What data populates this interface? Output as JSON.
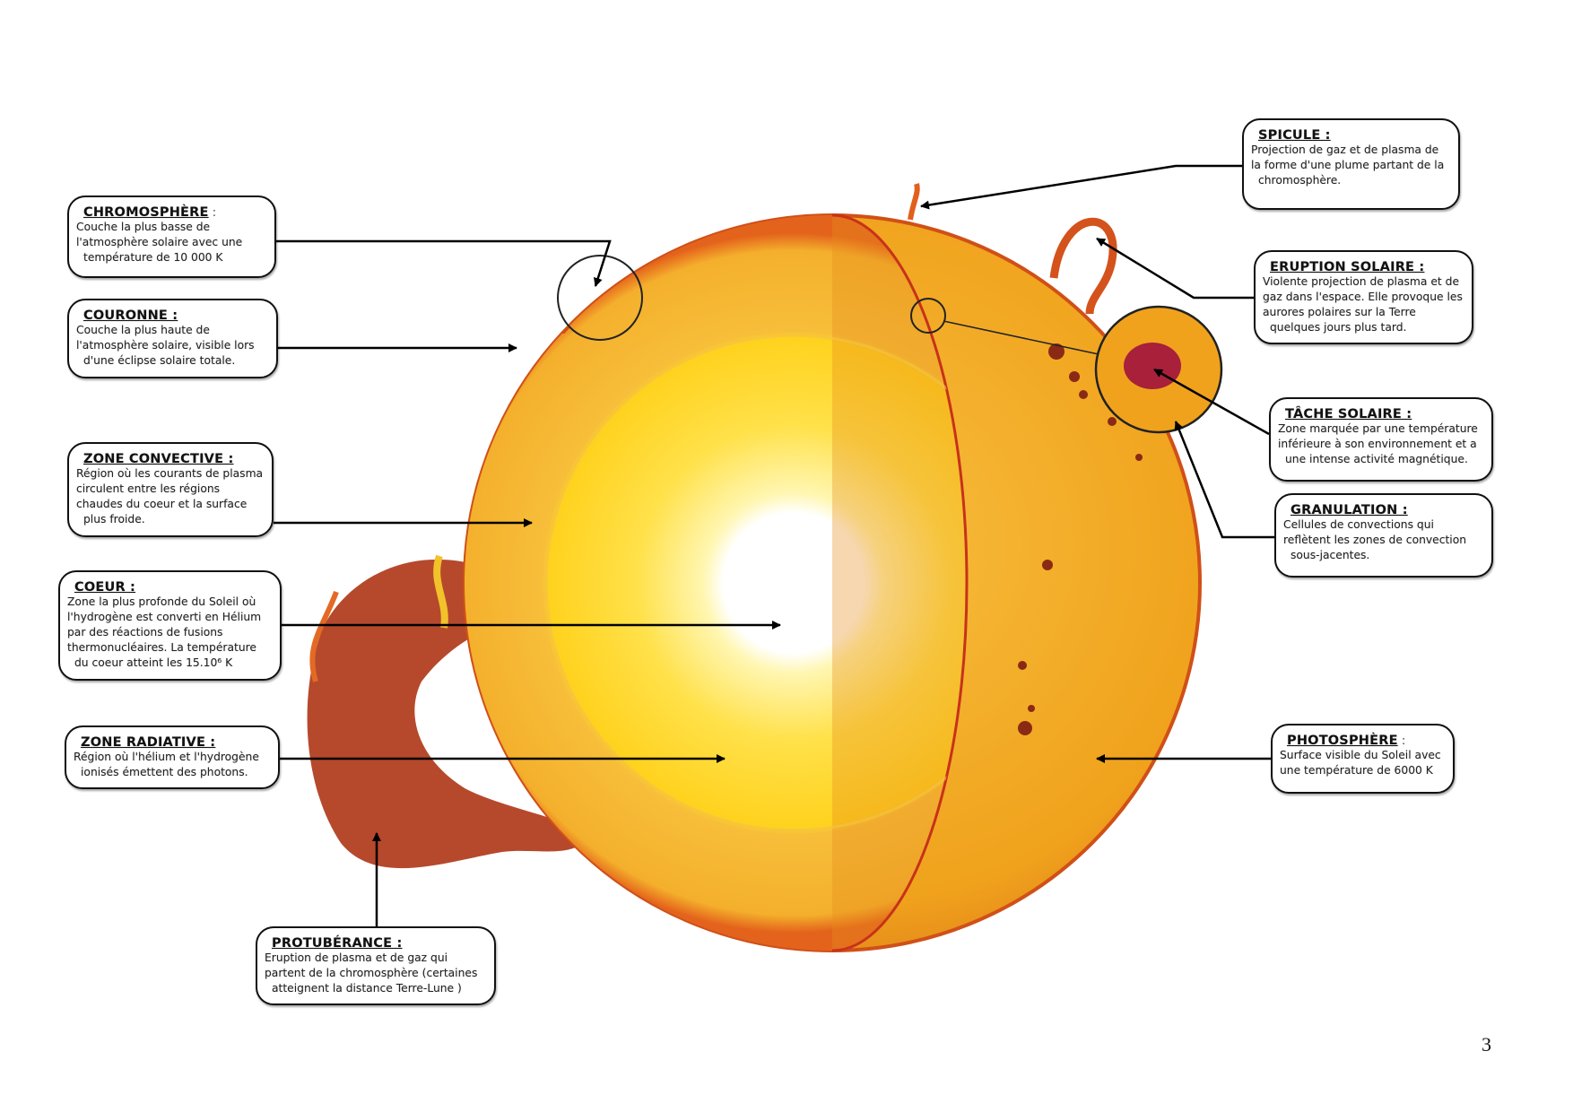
{
  "labels": {
    "chromosphere": {
      "title": "CHROMOSPHÈRE",
      "suffix": " :",
      "lines": [
        "Couche la plus basse de",
        "l'atmosphère solaire avec une",
        "température de 10 000 K"
      ]
    },
    "couronne": {
      "title": "COURONNE :",
      "lines": [
        "Couche la plus haute de",
        "l'atmosphère solaire, visible lors",
        "d'une éclipse solaire totale."
      ]
    },
    "zone_convective": {
      "title": "ZONE CONVECTIVE :",
      "lines": [
        "Région où les courants de plasma",
        "circulent entre les régions",
        "chaudes du coeur et la surface",
        "plus froide."
      ]
    },
    "coeur": {
      "title": "COEUR :",
      "lines": [
        "Zone la plus profonde du Soleil où",
        "l'hydrogène est converti en Hélium",
        "par des réactions de fusions",
        "thermonucléaires. La température",
        "du coeur atteint les 15.10⁶ K"
      ]
    },
    "zone_radiative": {
      "title": "ZONE RADIATIVE :",
      "lines": [
        "Région où l'hélium et l'hydrogène",
        "ionisés émettent des photons."
      ]
    },
    "protuberance": {
      "title": "PROTUBÉRANCE :",
      "lines": [
        "Eruption de plasma et de gaz qui",
        "partent de la chromosphère (certaines",
        "atteignent la distance Terre-Lune )"
      ]
    },
    "spicule": {
      "title": "SPICULE :",
      "lines": [
        "Projection de gaz et de plasma de",
        "la forme d'une plume partant de la",
        "chromosphère."
      ]
    },
    "eruption_solaire": {
      "title": "ERUPTION SOLAIRE :",
      "lines": [
        "Violente projection de plasma et de",
        "gaz dans l'espace. Elle provoque les",
        "aurores polaires sur la Terre",
        "quelques jours plus tard."
      ]
    },
    "tache_solaire": {
      "title": "TÂCHE SOLAIRE :",
      "lines": [
        "Zone marquée par une température",
        "inférieure à son environnement et a",
        "une intense activité magnétique."
      ]
    },
    "granulation": {
      "title": "GRANULATION :",
      "lines": [
        "Cellules de convections qui",
        "reflètent les zones de convection",
        "sous-jacentes."
      ]
    },
    "photosphere": {
      "title": "PHOTOSPHÈRE",
      "suffix": " :",
      "lines": [
        "Surface visible du Soleil avec",
        "une température de 6000 K"
      ]
    }
  },
  "page_number": "3",
  "colors": {
    "surface": "#f2a51c",
    "rim": "#d9461a",
    "core": "#ffffff",
    "radiative": "#ffd21e",
    "convective": "#f6b733",
    "prominence": "#a8361a"
  }
}
